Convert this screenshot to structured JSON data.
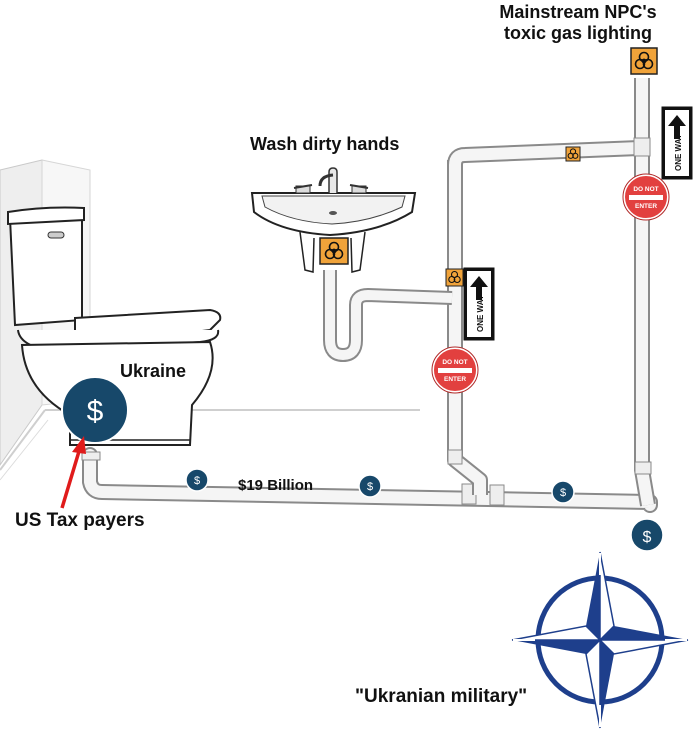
{
  "labels": {
    "top_right_line1": "Mainstream NPC's",
    "top_right_line2": "toxic gas lighting",
    "sink": "Wash dirty hands",
    "toilet": "Ukraine",
    "arrow_caption": "US Tax payers",
    "pipe_amount": "$19 Billion",
    "emblem_caption": "\"Ukranian military\""
  },
  "signs": {
    "one_way": "ONE WAY",
    "do_not_line1": "DO NOT",
    "do_not_line2": "ENTER"
  },
  "symbols": {
    "dollar": "$",
    "biohazard": "biohazard-icon"
  },
  "colors": {
    "coin": "#17486a",
    "biohazard_bg": "#f0a33a",
    "stop_sign": "#e2403f",
    "arrow": "#e01b1b",
    "nato": "#1e3f8c",
    "pipe_fill": "#f5f5f5",
    "pipe_line": "#8a8a8a"
  }
}
